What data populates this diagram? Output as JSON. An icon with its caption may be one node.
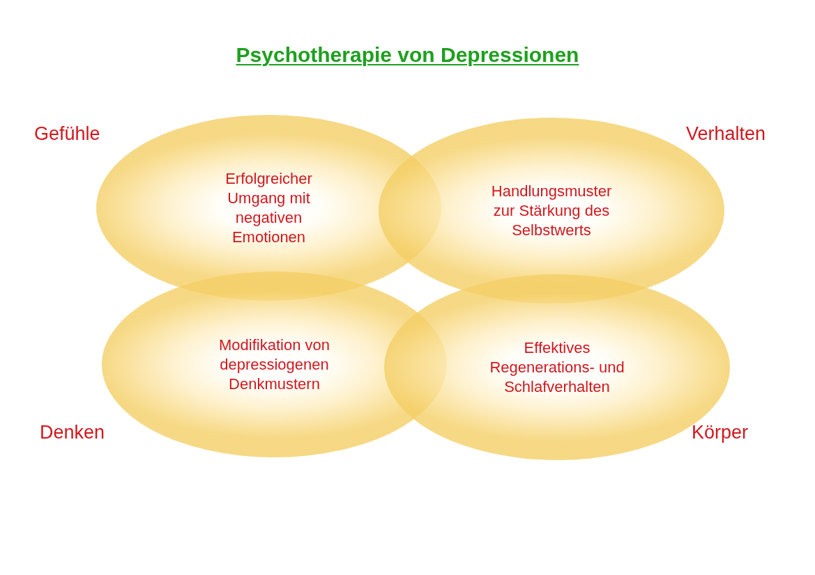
{
  "diagram": {
    "title": "Psychotherapie von Depressionen",
    "nodes": [
      {
        "text": [
          "Erfolgreicher Umgang mit negativen Emotionen"
        ],
        "beside": [
          "Gefühle"
        ]
      },
      {
        "text": [
          "Handlungsmuster zur Stärkung des Selbstwerts"
        ],
        "beside": [
          "Verhalten"
        ]
      },
      {
        "text": [
          "Modifikation von depressiogenen Denkmustern"
        ],
        "beside": [
          "Denken"
        ]
      },
      {
        "text": [
          "Effektives Regenerations- und Schlafverhalten"
        ],
        "beside": [
          "Körper"
        ]
      }
    ]
  }
}
